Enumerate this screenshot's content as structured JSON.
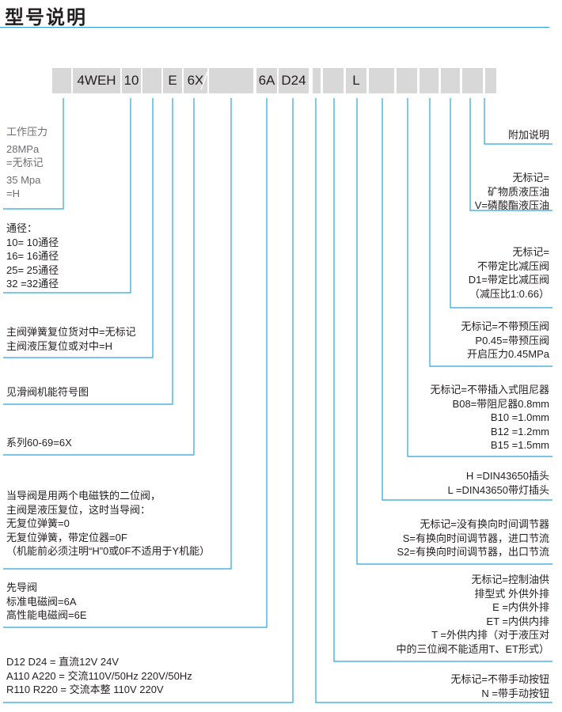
{
  "title": "型号说明",
  "code_boxes": [
    "",
    "4WEH",
    "10",
    "",
    "E",
    "6X",
    "",
    "6A",
    "D24",
    "",
    "",
    "L",
    "",
    "",
    "",
    "",
    ""
  ],
  "left_notes": {
    "pressure": [
      "工作压力",
      "28MPa",
      "=无标记",
      "35 Mpa",
      "=H"
    ],
    "diameter": [
      "通径：",
      "10= 10通径",
      "16= 16通径",
      "25= 25通径",
      "32 =32通径"
    ],
    "spring": [
      "主阀弹簧复位货对中=无标记",
      "主阀液压复位或对中=H"
    ],
    "symbol": [
      "见滑阀机能符号图"
    ],
    "series": [
      "系列60-69=6X"
    ],
    "pilot_two_position": [
      "当导阀是用两个电磁铁的二位阀，",
      "主阀是液压复位，这时当导阀：",
      "无复位弹簧=0",
      "无复位弹簧，带定位器=0F",
      "（机能前必须注明“H”0或0F不适用于Y机能）"
    ],
    "pilot_magnet": [
      "先导阀",
      "标准电磁阀=6A",
      "高性能电磁阀=6E"
    ],
    "voltage": [
      "D12   D24 = 直流12V 24V",
      "A110 A220 = 交流110V/50Hz 220V/50Hz",
      "R110 R220 = 交流本整 110V 220V"
    ]
  },
  "right_notes": {
    "extra": [
      "附加说明"
    ],
    "fluid": [
      "无标记=",
      "矿物质液压油",
      "V=磷酸酯液压油"
    ],
    "reducing": [
      "无标记=",
      "不带定比减压阀",
      "D1=带定比减压阀",
      "（减压比1:0.66）"
    ],
    "preload": [
      "无标记=不带预压阀",
      "P0.45=带预压阀",
      "开启压力0.45MPa"
    ],
    "damper": [
      "无标记=不带插入式阻尼器",
      "B08=带阻尼器0.8mm",
      "B10 =1.0mm",
      "B12 =1.2mm",
      "B15 =1.5mm"
    ],
    "plug": [
      "H =DIN43650插头",
      "L =DIN43650带灯插头"
    ],
    "timer": [
      "无标记=没有换向时间调节器",
      "S=有换向时间调节器，进口节流",
      "S2=有换向时间调节器，出口节流"
    ],
    "supply": [
      "无标记=控制油供",
      "排型式 外供外排",
      "E =内供外排",
      "ET =内供内排",
      "T =外供内排（对于液压对",
      "中的三位阀不能适用T、ET形式）"
    ],
    "manual": [
      "无标记=不带手动按钮",
      "N =带手动按钮"
    ]
  },
  "colors": {
    "line": "#29a3d9",
    "box": "#d8d8d8",
    "text": "#231f20"
  }
}
